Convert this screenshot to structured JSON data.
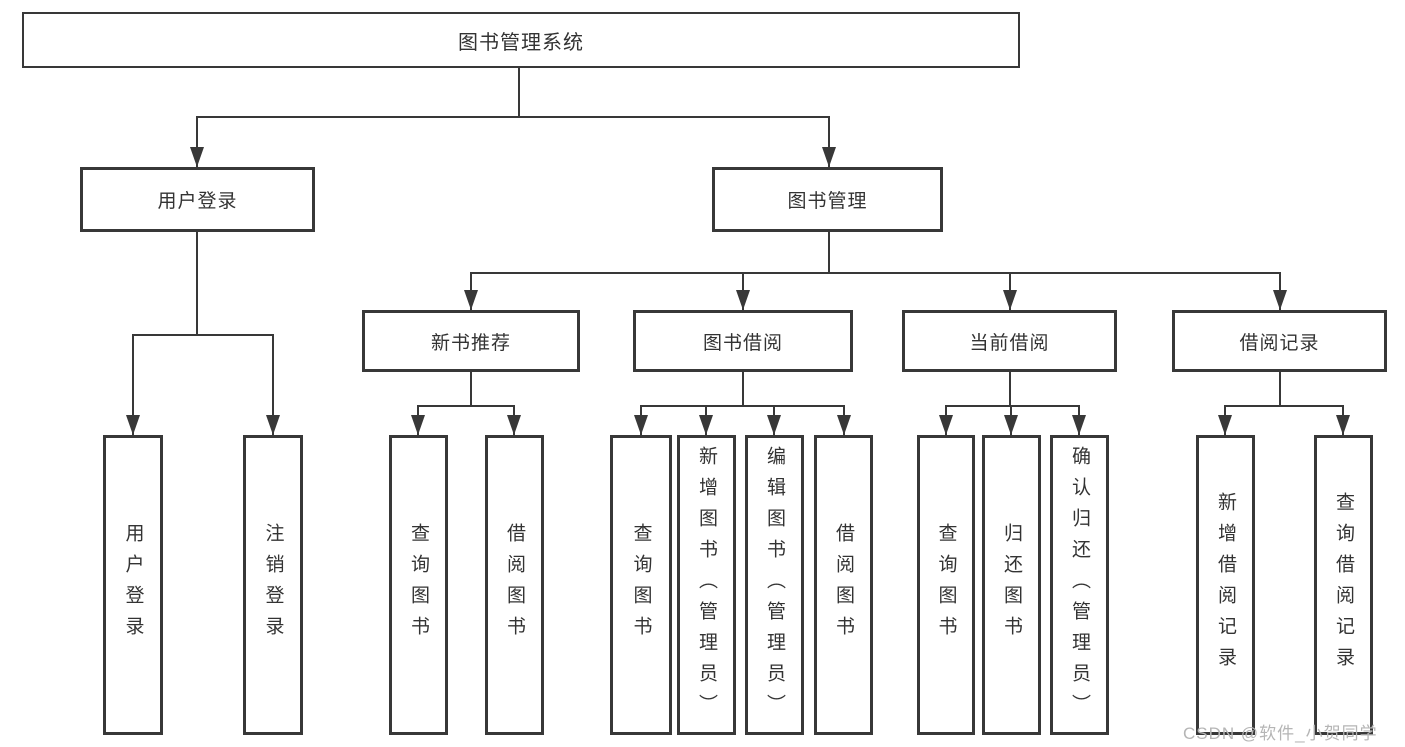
{
  "diagram": {
    "root": {
      "label": "图书管理系统"
    },
    "level2": [
      {
        "label": "用户登录"
      },
      {
        "label": "图书管理"
      }
    ],
    "level3": [
      {
        "label": "新书推荐"
      },
      {
        "label": "图书借阅"
      },
      {
        "label": "当前借阅"
      },
      {
        "label": "借阅记录"
      }
    ],
    "leaves": {
      "user_login": [
        {
          "label": "用户登录"
        },
        {
          "label": "注销登录"
        }
      ],
      "new_book": [
        {
          "label": "查询图书"
        },
        {
          "label": "借阅图书"
        }
      ],
      "book_borrow": [
        {
          "label": "查询图书"
        },
        {
          "label": "新增图书（管理员）"
        },
        {
          "label": "编辑图书（管理员）"
        },
        {
          "label": "借阅图书"
        }
      ],
      "current_borrow": [
        {
          "label": "查询图书"
        },
        {
          "label": "归还图书"
        },
        {
          "label": "确认归还（管理员）"
        }
      ],
      "borrow_records": [
        {
          "label": "新增借阅记录"
        },
        {
          "label": "查询借阅记录"
        }
      ]
    },
    "watermark": "CSDN @软件_小贺同学",
    "colors": {
      "line": "#383838",
      "border": "#383838",
      "text": "#333333",
      "watermark": "#b5b5b5",
      "background": "#ffffff"
    }
  }
}
